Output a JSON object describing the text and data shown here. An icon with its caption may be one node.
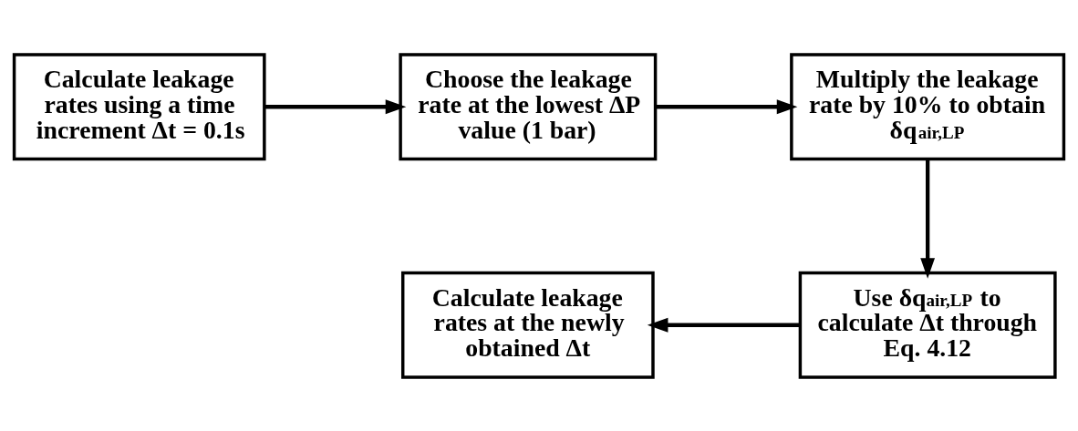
{
  "diagram": {
    "nodes": [
      {
        "text": [
          "Calculate leakage rates using a time increment Δt = 0.1s"
        ]
      },
      {
        "text": [
          "Choose the leakage rate at the lowest ΔP value (1 bar)"
        ]
      },
      {
        "text": [
          "Multiply the leakage rate by 10% to obtain δq$_{air,LP}$"
        ]
      },
      {
        "text": [
          "Use δq$_{air,LP}$ to calculate Δt through Eq. 4.12"
        ]
      },
      {
        "text": [
          "Calculate leakage rates at the newly obtained Δt"
        ]
      }
    ],
    "edges": [
      {
        "from": 0,
        "to": 1,
        "arrow": "to"
      },
      {
        "from": 1,
        "to": 2,
        "arrow": "to"
      },
      {
        "from": 2,
        "to": 3,
        "arrow": "to"
      },
      {
        "from": 3,
        "to": 4,
        "arrow": "to"
      }
    ]
  }
}
